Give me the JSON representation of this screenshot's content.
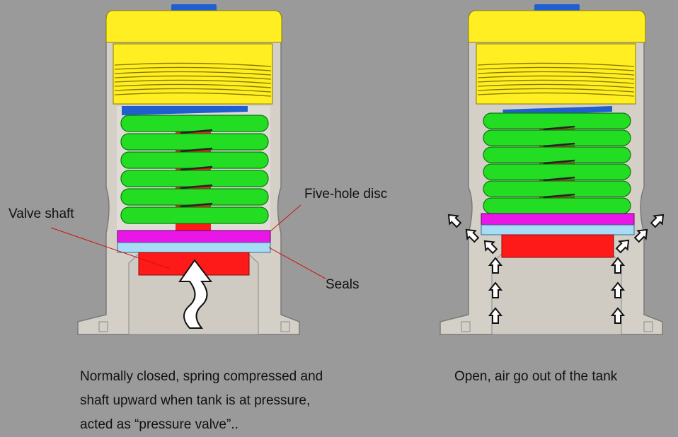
{
  "colors": {
    "background": "#9a9a9a",
    "body": "#d4d0c8",
    "cap": "#ffee22",
    "cap_blue": "#1f5fd0",
    "spring": "#22dd22",
    "shaft": "#ff1a1a",
    "disc": "#e817e8",
    "seal": "#a6dcf5",
    "arrow_fill": "#ffffff",
    "leader_line": "#d01010"
  },
  "labels": {
    "five_hole_disc": "Five-hole disc",
    "valve_shaft": "Valve shaft",
    "seals": "Seals"
  },
  "captions": {
    "closed": [
      "Normally closed, spring compressed and",
      "shaft upward when tank is at pressure,",
      "acted as “pressure valve”.."
    ],
    "open": "Open, air go out of the tank"
  },
  "icons": {
    "pressure_arrow": "wavy-up-arrow-icon",
    "airflow_arrow": "up-arrow-icon"
  }
}
